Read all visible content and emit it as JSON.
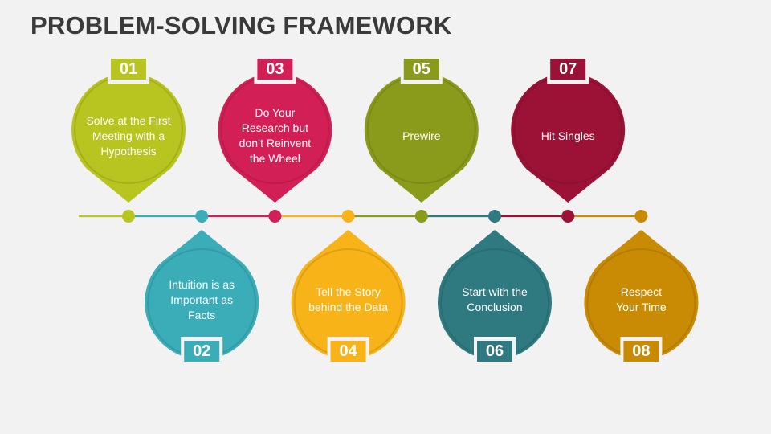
{
  "title": "PROBLEM-SOLVING FRAMEWORK",
  "steps": [
    {
      "number": "01",
      "text": "Solve at the First\nMeeting with a\nHypothesis",
      "color": "#b8c41f",
      "position": "top"
    },
    {
      "number": "02",
      "text": "Intuition is as\nImportant as\nFacts",
      "color": "#3aadb8",
      "position": "bottom"
    },
    {
      "number": "03",
      "text": "Do Your\nResearch but\ndon’t Reinvent\nthe Wheel",
      "color": "#d21f55",
      "position": "top"
    },
    {
      "number": "04",
      "text": "Tell the Story\nbehind the Data",
      "color": "#f7b318",
      "position": "bottom"
    },
    {
      "number": "05",
      "text": "Prewire",
      "color": "#8a9a1b",
      "position": "top"
    },
    {
      "number": "06",
      "text": "Start with the\nConclusion",
      "color": "#2e7a80",
      "position": "bottom"
    },
    {
      "number": "07",
      "text": "Hit Singles",
      "color": "#9c1236",
      "position": "top"
    },
    {
      "number": "08",
      "text": "Respect\nYour Time",
      "color": "#c98b04",
      "position": "bottom"
    }
  ]
}
